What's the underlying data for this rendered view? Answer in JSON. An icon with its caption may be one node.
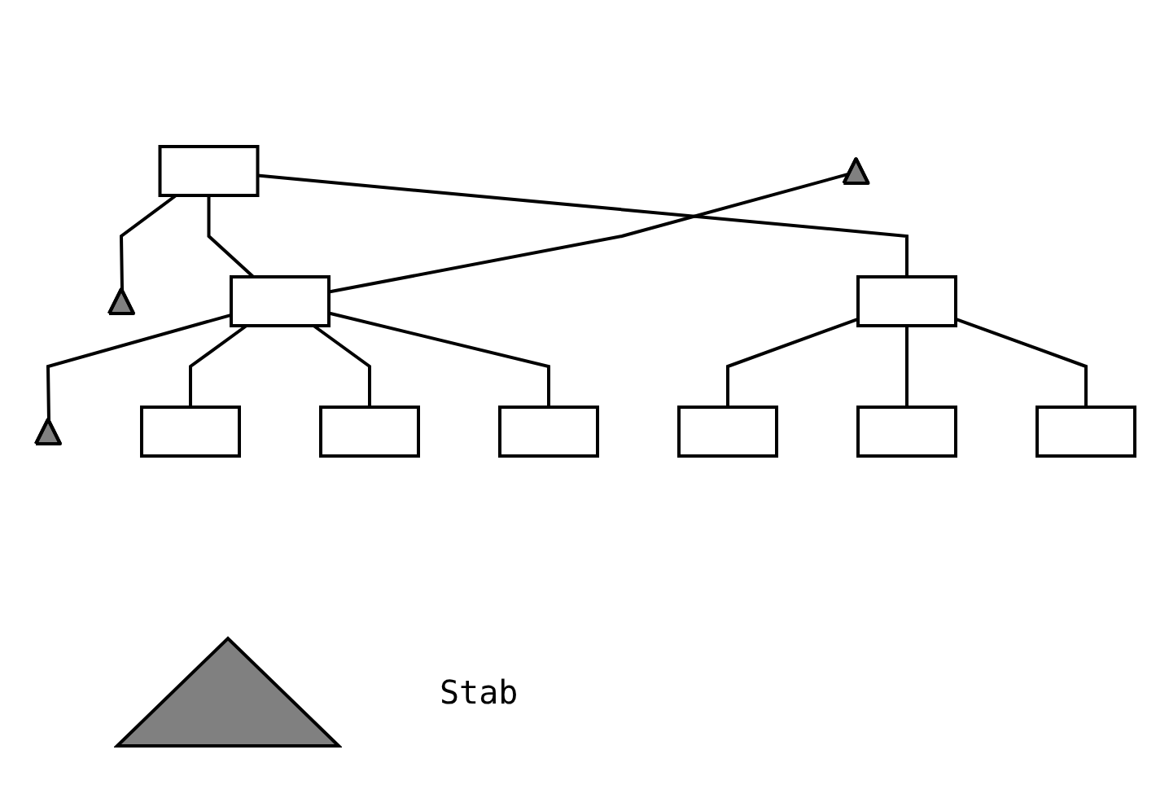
{
  "diagram": {
    "nodes": [
      {
        "text": [],
        "shape": "box"
      },
      {
        "text": [],
        "shape": "triangle"
      },
      {
        "text": [],
        "shape": "triangle"
      },
      {
        "text": [],
        "shape": "box"
      },
      {
        "text": [],
        "shape": "triangle"
      },
      {
        "text": [],
        "shape": "box"
      },
      {
        "text": [],
        "shape": "box"
      },
      {
        "text": [],
        "shape": "box"
      },
      {
        "text": [],
        "shape": "box"
      },
      {
        "text": [],
        "shape": "box"
      },
      {
        "text": [],
        "shape": "box"
      },
      {
        "text": [],
        "shape": "box"
      }
    ],
    "edges": [
      {
        "from": 0,
        "to": 1,
        "arrow": "none"
      },
      {
        "from": 0,
        "to": 3,
        "arrow": "none"
      },
      {
        "from": 0,
        "to": 5,
        "arrow": "none"
      },
      {
        "from": 2,
        "to": 3,
        "arrow": "none"
      },
      {
        "from": 3,
        "to": 4,
        "arrow": "none"
      },
      {
        "from": 3,
        "to": 6,
        "arrow": "none"
      },
      {
        "from": 3,
        "to": 7,
        "arrow": "none"
      },
      {
        "from": 3,
        "to": 8,
        "arrow": "none"
      },
      {
        "from": 5,
        "to": 9,
        "arrow": "none"
      },
      {
        "from": 5,
        "to": 10,
        "arrow": "none"
      },
      {
        "from": 5,
        "to": 11,
        "arrow": "none"
      }
    ],
    "legend": [
      {
        "text": "Stab"
      }
    ]
  }
}
